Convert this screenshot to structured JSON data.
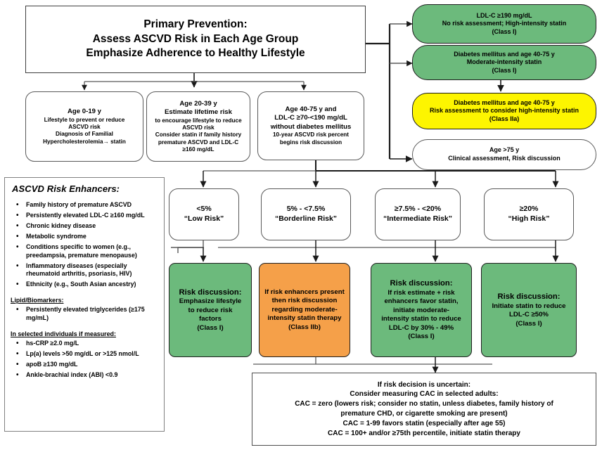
{
  "title_box": {
    "lines": [
      "Primary Prevention:",
      "Assess ASCVD Risk in Each Age Group",
      "Emphasize Adherence to Healthy Lifestyle"
    ]
  },
  "colors": {
    "green": "#6cba7c",
    "orange": "#f5a049",
    "yellow": "#fdf500",
    "white": "#ffffff",
    "border": "#4d4d4d"
  },
  "right_column": [
    {
      "id": "ldl-190",
      "color": "green",
      "lines": [
        "LDL-C ≥190 mg/dL",
        "No risk assessment; High-intensity statin",
        "(Class I)"
      ]
    },
    {
      "id": "diabetes-moderate",
      "color": "green",
      "lines": [
        "Diabetes mellitus and age 40-75 y",
        "Moderate-intensity statin",
        "(Class I)"
      ]
    },
    {
      "id": "diabetes-high-intensity",
      "color": "yellow",
      "lines": [
        "Diabetes mellitus and age 40-75 y",
        "Risk assessment to consider high-intensity statin",
        "(Class IIa)"
      ]
    },
    {
      "id": "age-over-75",
      "color": "white",
      "lines": [
        "Age >75 y",
        "Clinical assessment, Risk discussion"
      ]
    }
  ],
  "age_groups": [
    {
      "id": "age-0-19",
      "head": [
        "Age 0-19 y"
      ],
      "body": [
        "Lifestyle to prevent or reduce",
        "ASCVD risk",
        "Diagnosis of Familial",
        "Hypercholesterolemia→ statin"
      ]
    },
    {
      "id": "age-20-39",
      "head": [
        "Age 20-39 y",
        "Estimate lifetime risk"
      ],
      "body": [
        "to encourage lifestyle to reduce",
        "ASCVD risk",
        "Consider statin if family history",
        "premature ASCVD and LDL-C",
        "≥160 mg/dL"
      ]
    },
    {
      "id": "age-40-75",
      "head": [
        "Age 40-75 y and",
        "LDL-C ≥70-<190 mg/dL",
        "without diabetes mellitus"
      ],
      "body": [
        "10-year ASCVD risk percent",
        "begins risk discussion"
      ]
    }
  ],
  "risk_categories": [
    {
      "id": "low-risk",
      "value": "<5%",
      "label": "“Low Risk”"
    },
    {
      "id": "borderline-risk",
      "value": "5% - <7.5%",
      "label": "“Borderline Risk”"
    },
    {
      "id": "intermediate-risk",
      "value": "≥7.5% - <20%",
      "label": "“Intermediate Risk”"
    },
    {
      "id": "high-risk",
      "value": "≥20%",
      "label": "“High Risk”"
    }
  ],
  "actions": [
    {
      "id": "action-low",
      "color": "green",
      "head": "Risk discussion:",
      "lines": [
        "Emphasize lifestyle",
        "to reduce risk",
        "factors",
        "(Class I)"
      ]
    },
    {
      "id": "action-borderline",
      "color": "orange",
      "head": "",
      "lines": [
        "If risk enhancers present",
        "then risk discussion",
        "regarding moderate-",
        "intensity statin therapy",
        "(Class IIb)"
      ]
    },
    {
      "id": "action-intermediate",
      "color": "green",
      "head": "Risk discussion:",
      "lines": [
        "If risk estimate + risk",
        "enhancers favor statin,",
        "initiate moderate-",
        "intensity statin to reduce",
        "LDL-C by 30% - 49%",
        "(Class I)"
      ]
    },
    {
      "id": "action-high",
      "color": "green",
      "head": "Risk discussion:",
      "lines": [
        "Initiate statin to reduce",
        "LDL-C ≥50%",
        "(Class I)"
      ]
    }
  ],
  "enhancers_panel": {
    "title": "ASCVD Risk Enhancers:",
    "items": [
      "Family history of premature ASCVD",
      "Persistently elevated LDL-C ≥160 mg/dL",
      "Chronic kidney disease",
      "Metabolic syndrome",
      "Conditions specific to women (e.g., preedampsia, premature menopause)",
      "Inflammatory diseases (especially rheumatoid arthritis, psoriasis, HIV)",
      "Ethnicity (e.g., South Asian ancestry)"
    ],
    "lipid_header": "Lipid/Biomarkers:",
    "lipid_items": [
      "Persistently elevated triglycerides (≥175 mg/mL)"
    ],
    "selected_header": "In selected individuals if measured:",
    "selected_items": [
      "hs-CRP ≥2.0 mg/L",
      "Lp(a) levels >50 mg/dL or >125 nmol/L",
      "apoB ≥130 mg/dL",
      "Ankle-brachial index (ABI) <0.9"
    ]
  },
  "cac_box": {
    "lines": [
      "If risk decision is uncertain:",
      "Consider measuring CAC in selected adults:",
      "CAC = zero (lowers risk; consider no statin, unless diabetes, family history of",
      "premature CHD, or cigarette smoking are present)",
      "CAC = 1-99 favors statin (especially after age 55)",
      "CAC = 100+ and/or ≥75th percentile, initiate statin therapy"
    ]
  }
}
